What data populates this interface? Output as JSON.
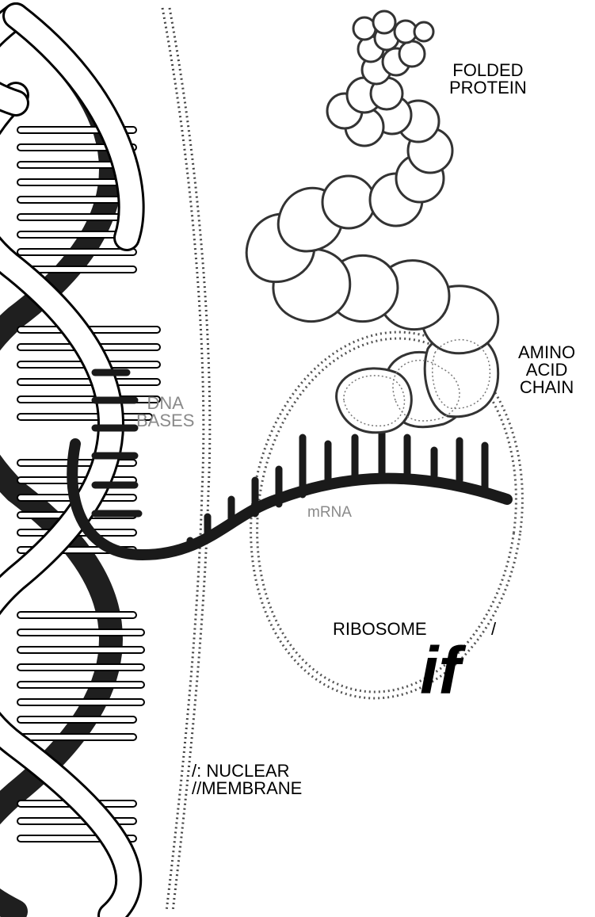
{
  "labels": {
    "folded_protein": [
      "FOLDED",
      "PROTEIN"
    ],
    "amino_acid_chain": [
      "AMINO",
      "ACID",
      "CHAIN"
    ],
    "dna_bases": [
      "DNA",
      "BASES"
    ],
    "mrna": "mRNA",
    "ribosome": "RIBOSOME",
    "ribosome_slash": "/",
    "if_mark": "if",
    "nuclear_membrane": [
      "/:  NUCLEAR",
      "//MEMBRANE"
    ]
  },
  "colors": {
    "ink": "#000000",
    "helix_dark": "#1f1f1f",
    "label_grey": "#8a8a8a",
    "dots": "#444444"
  }
}
